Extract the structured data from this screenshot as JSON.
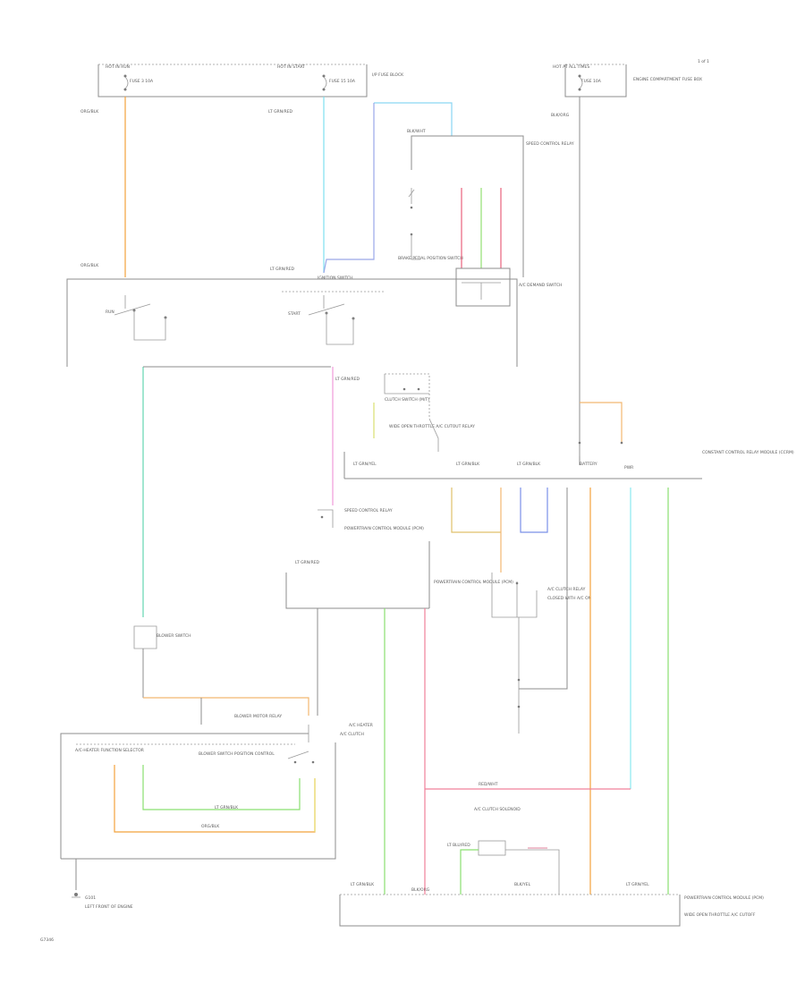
{
  "labels": {
    "page_ref": "1 of 1",
    "figure_id": "G7346",
    "hot_run_fuse": "HOT IN RUN",
    "hot_start_fuse": "HOT IN START",
    "fuse_block_note": "I/P FUSE BLOCK",
    "fuse_a": "FUSE 3 10A",
    "fuse_b": "FUSE 15 10A",
    "hot_at_all_times": "HOT AT ALL TIMES",
    "pcm_fuse": "FUSE 10A",
    "pcm_fuse_note": "ENGINE COMPARTMENT FUSE BOX",
    "wire_a": "ORG/BLK",
    "wire_b": "LT GRN/RED",
    "wire_c": "ORG/BLK",
    "wire_d": "LT GRN/RED",
    "wire_e": "BLK/WHT",
    "wire_f": "BLK/ORG",
    "ign_switch": "IGNITION SWITCH",
    "ign_pos_left": "RUN",
    "ign_pos_right": "START",
    "speed_sensor_relay": "SPEED CONTROL RELAY",
    "brake_switch": "BRAKE PEDAL POSITION SWITCH",
    "ac_note": "A/C DEMAND SWITCH",
    "pcm_block": "POWERTRAIN CONTROL MODULE (PCM)",
    "clutch_switch": "CLUTCH SWITCH (M/T)",
    "wide_open": "WIDE OPEN THROTTLE A/C CUTOUT RELAY",
    "bus_left": "LT GRN/YEL",
    "bus_mid": "LT GRN/BLK",
    "bus_right": "BATTERY",
    "bus_far": "PWR",
    "right_note": "CONSTANT CONTROL RELAY MODULE (CCRM)",
    "mid_relay": "A/C CLUTCH RELAY",
    "mid_relay_note": "CLOSED WITH A/C ON",
    "lower_left_relay": "BLOWER SWITCH",
    "module_top": "BLOWER MOTOR RELAY",
    "module_top_note": "A/C HEATER",
    "left_box_title": "A/C-HEATER FUNCTION SELECTOR",
    "left_box_items": "BLOWER SWITCH POSITION CONTROL",
    "left_box_right": "A/C CLUTCH",
    "wire_green": "LT GRN/BLK",
    "wire_orange": "ORG/BLK",
    "ground_left": "G101",
    "ground_left_note": "LEFT FRONT OF ENGINE",
    "bottom_block": "POWERTRAIN CONTROL MODULE (PCM)",
    "bottom_block_note": "WIDE OPEN THROTTLE A/C CUTOFF",
    "bottom_relay": "A/C CLUTCH SOLENOID",
    "bottom_wire_a": "LT GRN/BLK",
    "bottom_wire_b": "BLK/ORG",
    "bottom_wire_c": "LT BLU/RED",
    "bottom_wire_d": "BLK/YEL",
    "bottom_wire_e": "LT GRN/YEL",
    "cross_wire": "RED/WHT"
  }
}
